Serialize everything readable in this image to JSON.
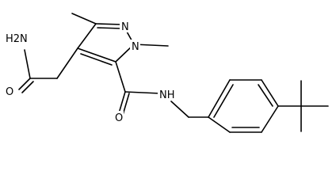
{
  "molecule": {
    "atom_labels": {
      "amide_nh2": "H2N",
      "amide_o_left": "O",
      "ring_n2": "N",
      "ring_n1": "N",
      "amide_o_bottom": "O",
      "amide_nh": "NH"
    }
  }
}
